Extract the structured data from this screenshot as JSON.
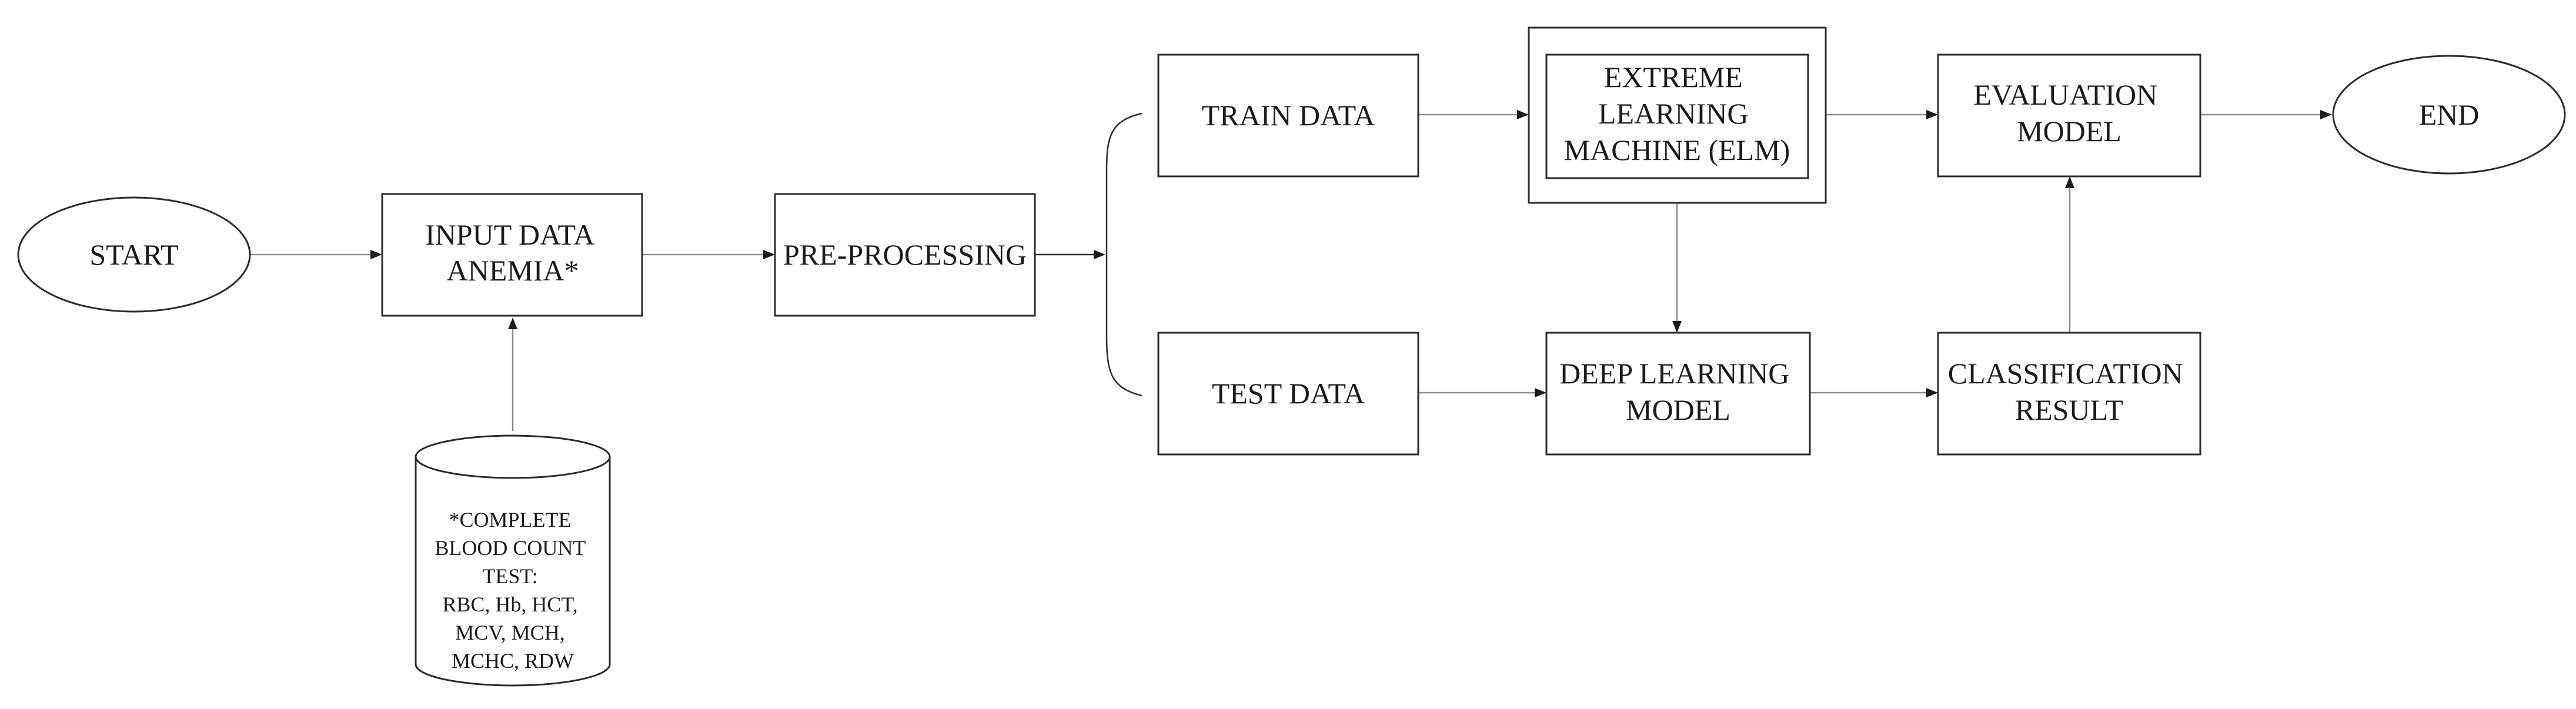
{
  "nodes": {
    "start": {
      "label": "START"
    },
    "input_data": {
      "lines": [
        "INPUT DATA",
        "ANEMIA*"
      ]
    },
    "database": {
      "lines": [
        "*COMPLETE",
        "BLOOD COUNT",
        "TEST:",
        "RBC, Hb, HCT,",
        "MCV, MCH,",
        "MCHC, RDW"
      ]
    },
    "preprocessing": {
      "label": "PRE-PROCESSING"
    },
    "train_data": {
      "label": "TRAIN DATA"
    },
    "test_data": {
      "label": "TEST DATA"
    },
    "elm": {
      "lines": [
        "EXTREME",
        "LEARNING",
        "MACHINE (ELM)"
      ]
    },
    "deep_learning": {
      "lines": [
        "DEEP LEARNING",
        "MODEL"
      ]
    },
    "classification": {
      "lines": [
        "CLASSIFICATION",
        "RESULT"
      ]
    },
    "evaluation": {
      "lines": [
        "EVALUATION",
        "MODEL"
      ]
    },
    "end": {
      "label": "END"
    }
  }
}
